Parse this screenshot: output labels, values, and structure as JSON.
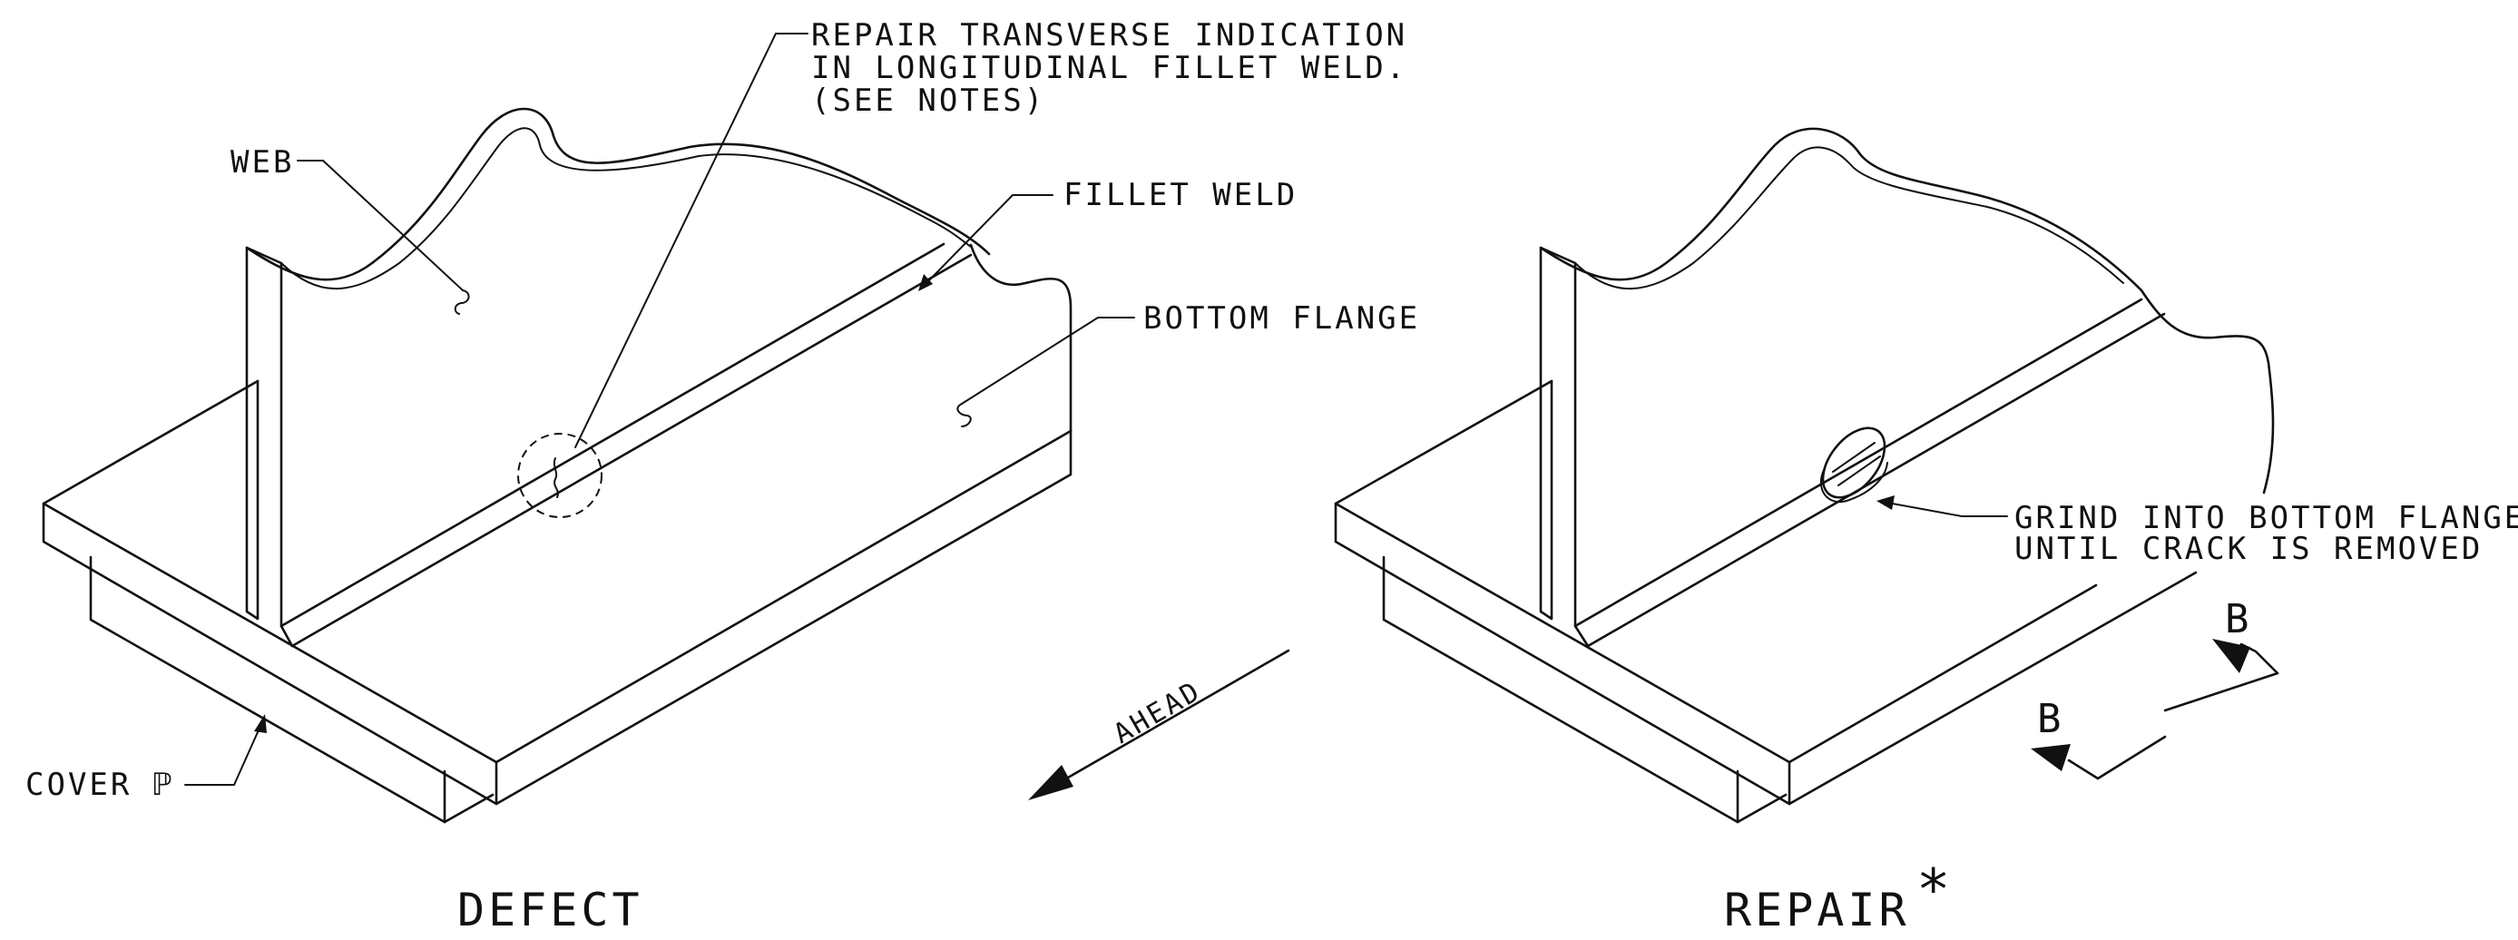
{
  "defect_view": {
    "title": "DEFECT",
    "labels": {
      "repair_note_line1": "REPAIR TRANSVERSE INDICATION",
      "repair_note_line2": "IN LONGITUDINAL FILLET WELD.",
      "repair_note_line3": "(SEE NOTES)",
      "web": "WEB",
      "fillet_weld": "FILLET WELD",
      "bottom_flange": "BOTTOM FLANGE",
      "cover_plate": "COVER ℙ",
      "ahead": "AHEAD"
    }
  },
  "repair_view": {
    "title": "REPAIR",
    "title_mark": "*",
    "labels": {
      "grind_note_line1": "GRIND INTO BOTTOM FLANGE",
      "grind_note_line2": "UNTIL CRACK IS REMOVED",
      "section_mark_left": "B",
      "section_mark_right": "B"
    }
  }
}
